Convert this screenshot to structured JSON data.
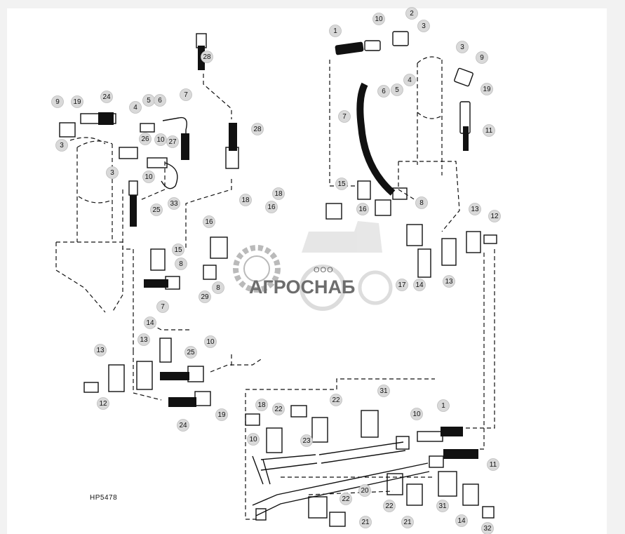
{
  "diagram": {
    "figure_code": "HP5478",
    "watermark": {
      "company_prefix": "ООО",
      "company_name": "АГРОСНАБ"
    },
    "callouts": [
      "1",
      "1",
      "2",
      "3",
      "3",
      "3",
      "3",
      "4",
      "4",
      "5",
      "5",
      "6",
      "6",
      "7",
      "7",
      "7",
      "8",
      "8",
      "8",
      "9",
      "9",
      "10",
      "10",
      "10",
      "10",
      "10",
      "10",
      "11",
      "11",
      "12",
      "12",
      "13",
      "13",
      "13",
      "13",
      "14",
      "14",
      "14",
      "15",
      "15",
      "16",
      "16",
      "16",
      "17",
      "18",
      "18",
      "18",
      "19",
      "19",
      "19",
      "20",
      "21",
      "21",
      "22",
      "22",
      "22",
      "22",
      "23",
      "24",
      "24",
      "25",
      "25",
      "26",
      "27",
      "28",
      "28",
      "29",
      "31",
      "31",
      "32",
      "33"
    ]
  },
  "colors": {
    "page_background": "#f2f2f2",
    "sheet": "#ffffff",
    "callout_fill": "#d9d9d9",
    "ink": "#111111",
    "watermark": "#6d6d6d"
  }
}
